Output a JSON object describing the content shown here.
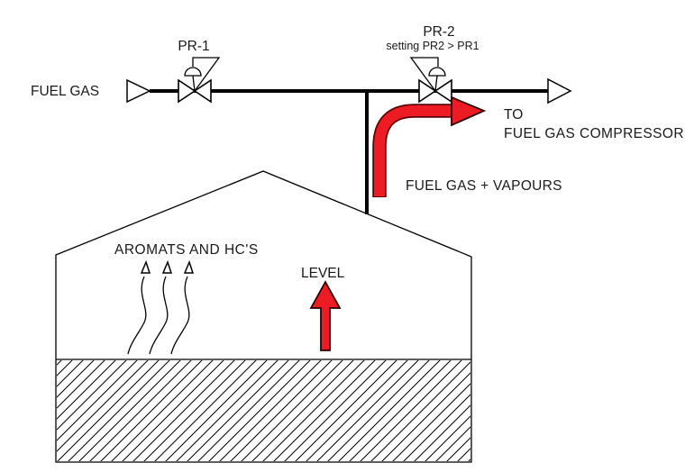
{
  "labels": {
    "fuel_gas": "FUEL GAS",
    "pr1": "PR-1",
    "pr2": "PR-2",
    "pr2_setting": "setting PR2 > PR1",
    "to": "TO",
    "to_destination": "FUEL GAS COMPRESSOR",
    "fuel_gas_vapours": "FUEL GAS + VAPOURS",
    "aromats": "AROMATS AND HC'S",
    "level": "LEVEL"
  },
  "colors": {
    "line": "#000000",
    "text": "#1a1a1a",
    "red": "#ed1c24",
    "red_dark": "#5a0000",
    "background": "#ffffff"
  },
  "icons": {
    "inlet_flow": "flow-direction-arrow",
    "outlet_flow": "flow-direction-arrow",
    "pr1_valve": "pressure-regulator-valve",
    "pr2_valve": "pressure-regulator-valve",
    "vapour_wisps": "rising-vapour-arrows",
    "red_flow": "curved-flow-arrow",
    "level_rise": "up-arrow"
  }
}
